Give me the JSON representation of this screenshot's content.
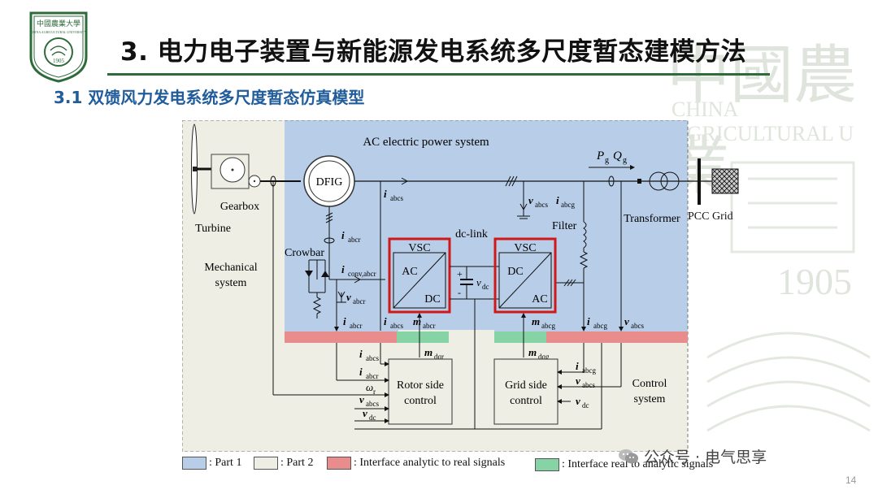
{
  "slide": {
    "title": "3. 电力电子装置与新能源发电系统多尺度暂态建模方法",
    "subtitle": "3.1 双馈风力发电系统多尺度暂态仿真模型",
    "page_number": "14",
    "watermark_cn": "中國農業",
    "watermark_en": "CHINA AGRICULTURAL U",
    "watermark_year": "1905",
    "logo": {
      "text_top": "中國農業大學",
      "text_ring": "CHINA AGRICULTURAL UNIVERSITY",
      "year": "1905",
      "color": "#2e6b3a"
    },
    "wechat_label": "公众号 · 电气思享",
    "wechat_icon": "wechat-icon"
  },
  "colors": {
    "part1": "#b7cde8",
    "part2": "#eeeee4",
    "interface_a2r": "#e88c8c",
    "interface_r2a": "#86d3a6",
    "vsc_border": "#d01818",
    "accent": "#2e6b3a",
    "subtitle": "#215c9b"
  },
  "diagram": {
    "ac_system_label": "AC electric power system",
    "turbine": "Turbine",
    "gearbox": "Gearbox",
    "dfig": "DFIG",
    "crowbar": "Crowbar",
    "mechanical_system_l1": "Mechanical",
    "mechanical_system_l2": "system",
    "dc_link": "dc-link",
    "vsc": "VSC",
    "ac": "AC",
    "dc": "DC",
    "filter": "Filter",
    "transformer": "Transformer",
    "pcc": "PCC",
    "grid": "Grid",
    "rotor_side_l1": "Rotor side",
    "rotor_side_l2": "control",
    "grid_side_l1": "Grid side",
    "grid_side_l2": "control",
    "control_system_l1": "Control",
    "control_system_l2": "system",
    "P": "P",
    "g": "g",
    "Q": "Q",
    "i": "i",
    "v": "v",
    "m": "m",
    "w": "ω",
    "abcs": "abcs",
    "abcr": "abcr",
    "abcg": "abcg",
    "conv_abcr": "conv,abcr",
    "dc_sub": "dc",
    "dqr": "dqr",
    "dqg": "dqg",
    "r": "r",
    "plus": "+",
    "minus": "-"
  },
  "legend": [
    {
      "label": ": Part 1",
      "color": "#b7cde8"
    },
    {
      "label": ": Part 2",
      "color": "#eeeee4"
    },
    {
      "label": ": Interface analytic to real signals",
      "color": "#e88c8c"
    },
    {
      "label": ": Interface real to analytic signals",
      "color": "#86d3a6"
    }
  ]
}
